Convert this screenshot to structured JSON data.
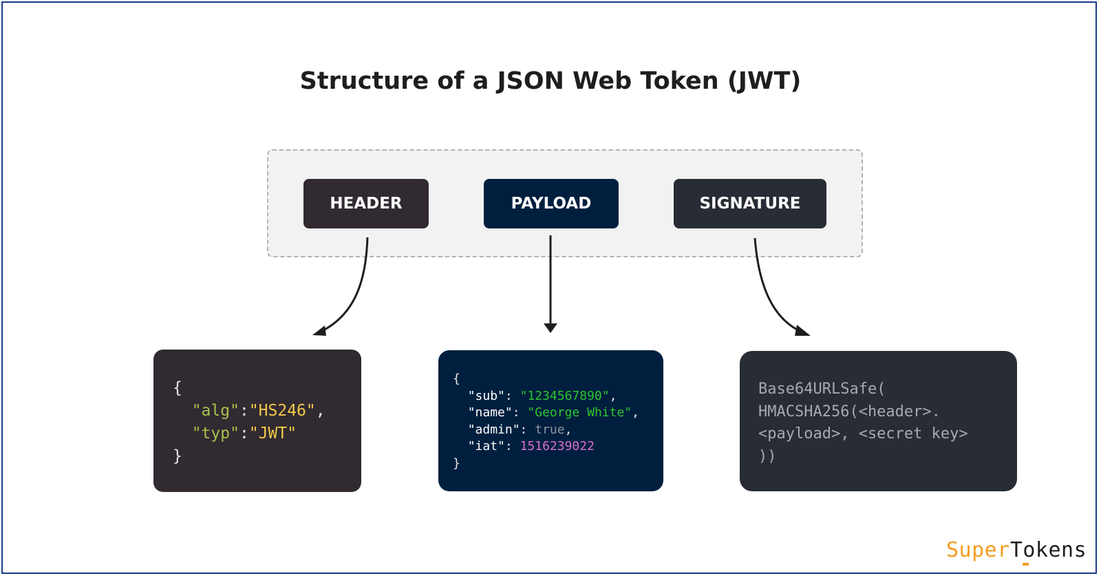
{
  "title": "Structure of a JSON Web Token (JWT)",
  "parts": {
    "header": "HEADER",
    "payload": "PAYLOAD",
    "signature": "SIGNATURE"
  },
  "header_code": {
    "open": "{",
    "alg_key": "\"alg\"",
    "alg_val": "\"HS246\"",
    "typ_key": "\"typ\"",
    "typ_val": "\"JWT\"",
    "close": "}"
  },
  "payload_code": {
    "open": "{",
    "sub_key": "\"sub\"",
    "sub_val": "\"1234567890\"",
    "name_key": "\"name\"",
    "name_val": "\"George White\"",
    "admin_key": "\"admin\"",
    "admin_val": "true",
    "iat_key": "\"iat\"",
    "iat_val": "1516239022",
    "close": "}"
  },
  "signature_code": {
    "line1": "Base64URLSafe(",
    "line2": "HMACSHA256(<header>.",
    "line3": "<payload>, <secret key>",
    "line4": "))"
  },
  "logo": {
    "super": "Super",
    "tokens": "Tokens"
  },
  "colors": {
    "header_bg": "#312a31",
    "payload_bg": "#001f3f",
    "signature_bg": "#282c34",
    "logo_accent": "#f39c1e"
  }
}
